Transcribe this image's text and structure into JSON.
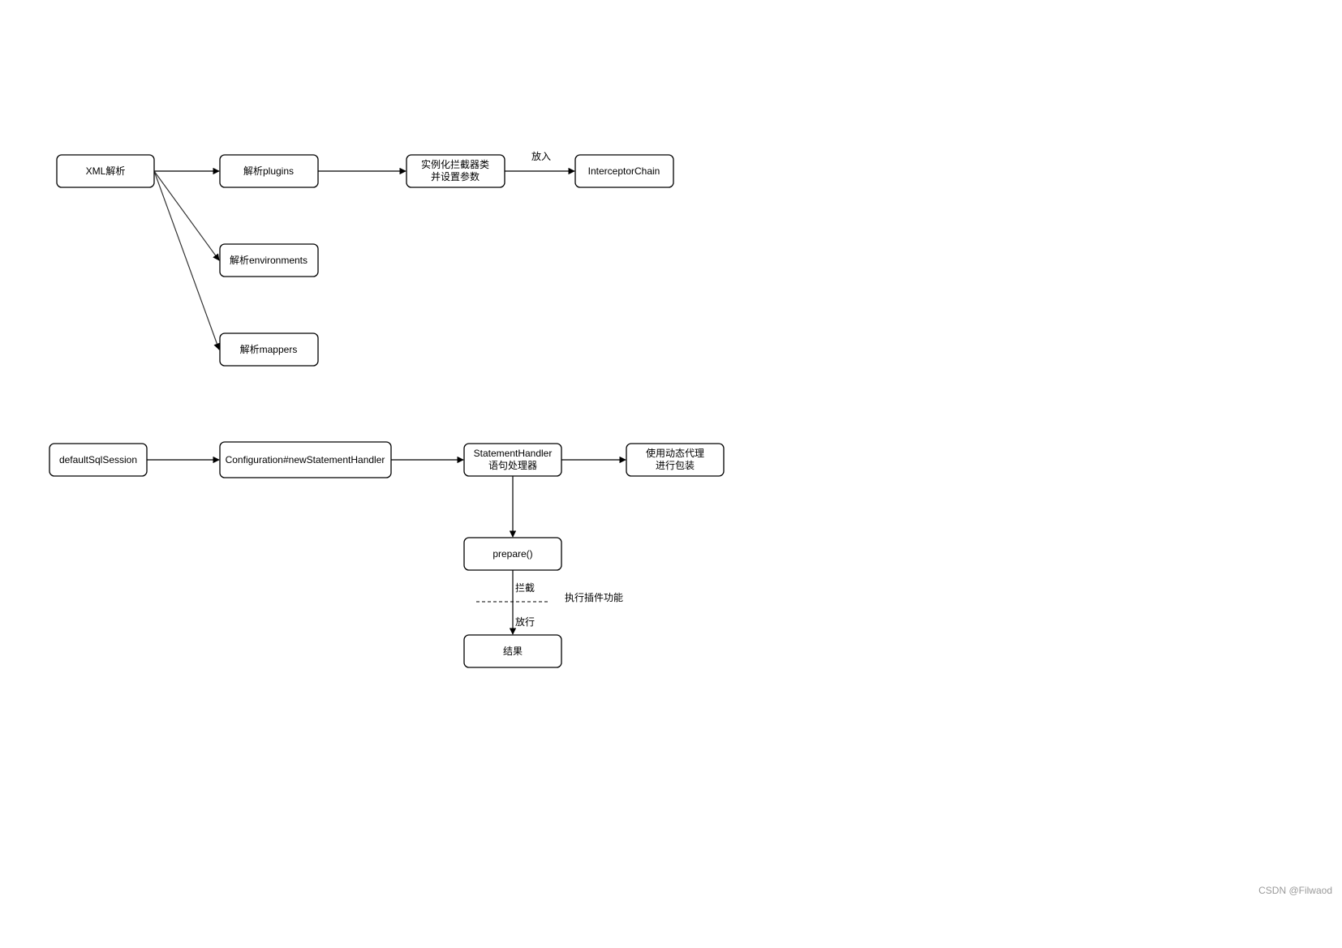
{
  "nodes": {
    "xml": "XML解析",
    "plugins": "解析plugins",
    "instantiate_line1": "实例化拦截器类",
    "instantiate_line2": "并设置参数",
    "chain": "InterceptorChain",
    "environments": "解析environments",
    "mappers": "解析mappers",
    "session": "defaultSqlSession",
    "config": "Configuration#newStatementHandler",
    "handler_line1": "StatementHandler",
    "handler_line2": "语句处理器",
    "proxy_line1": "使用动态代理",
    "proxy_line2": "进行包装",
    "prepare": "prepare()",
    "result": "结果"
  },
  "labels": {
    "put_in": "放入",
    "intercept": "拦截",
    "release": "放行",
    "plugin_function": "执行插件功能"
  },
  "watermark": "CSDN @Filwaod"
}
